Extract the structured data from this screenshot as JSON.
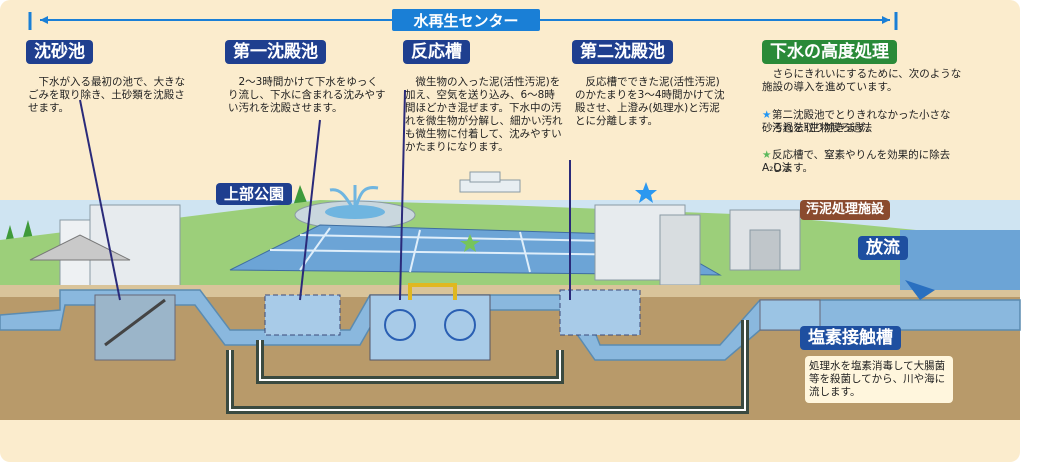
{
  "title": "水再生センター",
  "sections": [
    {
      "name": "沈砂池",
      "text": "　下水が入る最初の池で、大きなごみを取り除き、土砂類を沈殿させます。"
    },
    {
      "name": "第一沈殿池",
      "text": "　2〜3時間かけて下水をゆっくり流し、下水に含まれる沈みやすい汚れを沈殿させます。"
    },
    {
      "name": "反応槽",
      "text": "　微生物の入った泥(活性汚泥)を加え、空気を送り込み、6〜8時間ほどかき混ぜます。下水中の汚れを微生物が分解し、細かい汚れも微生物に付着して、沈みやすいかたまりになります。"
    },
    {
      "name": "第二沈殿池",
      "text": "　反応槽でできた泥(活性汚泥)のかたまりを3〜4時間かけて沈殿させ、上澄み(処理水)と汚泥とに分離します。"
    },
    {
      "name": "下水の高度処理",
      "intro": "　さらにきれいにするために、次のような施設の導入を進めています。",
      "items": [
        {
          "mark": "★",
          "title": "砂ろ過法･生物膜ろ過法",
          "text": "第二沈殿池でとりきれなかった小さな汚れを取り除きます。"
        },
        {
          "mark": "★",
          "title": "A₂O法",
          "text": "反応槽で、窒素やりんを効果的に除去します。"
        }
      ]
    }
  ],
  "labels": {
    "park": "上部公園",
    "sludge": "汚泥処理施設",
    "discharge": "放流",
    "chlorine": "塩素接触槽",
    "chlorine_text": "処理水を塩素消毒して大腸菌等を殺菌してから、川や海に流します。"
  },
  "colors": {
    "banner": "#1a7fd6",
    "navy_label": "#1f3f8f",
    "green_label": "#2a8a38",
    "sludge_label": "#8a4a2e",
    "background": "#fbeccd",
    "ground": "#b89a6a",
    "water": "#8ab8de",
    "pipe": "#3a4a40"
  }
}
